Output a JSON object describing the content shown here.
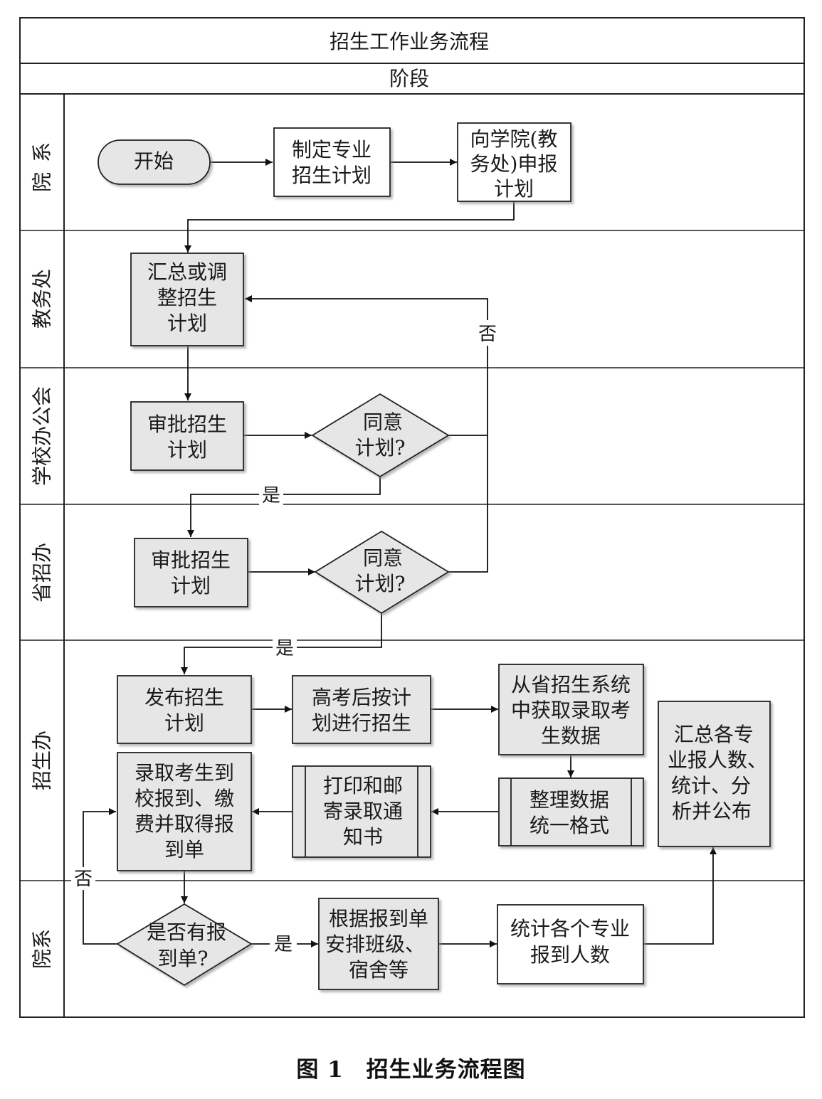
{
  "title": "招生工作业务流程",
  "phase_label": "阶段",
  "lanes": [
    "院系",
    "教务处",
    "学校办公会",
    "省招办",
    "招生办",
    "院系"
  ],
  "nodes": {
    "start": [
      "开始"
    ],
    "make_plan": [
      "制定专业",
      "招生计划"
    ],
    "report_plan": [
      "向学院(教",
      "务处)申报",
      "计划"
    ],
    "summarize_plan": [
      "汇总或调",
      "整招生",
      "计划"
    ],
    "school_approve": [
      "审批招生",
      "计划"
    ],
    "school_agree": [
      "同意",
      "计划?"
    ],
    "province_approve": [
      "审批招生",
      "计划"
    ],
    "province_agree": [
      "同意",
      "计划?"
    ],
    "publish_plan": [
      "发布招生",
      "计划"
    ],
    "enroll_after_exam": [
      "高考后按计",
      "划进行招生"
    ],
    "get_data": [
      "从省招生系统",
      "中获取录取考",
      "生数据"
    ],
    "summary_publish": [
      "汇总各专",
      "业报人数、",
      "统计、分",
      "析并公布"
    ],
    "organize_data": [
      "整理数据",
      "统一格式"
    ],
    "print_mail": [
      "打印和邮",
      "寄录取通",
      "知书"
    ],
    "student_register": [
      "录取考生到",
      "校报到、缴",
      "费并取得报",
      "到单"
    ],
    "has_form": [
      "是否有报",
      "到单?"
    ],
    "arrange_class": [
      "根据报到单",
      "安排班级、",
      "宿舍等"
    ],
    "count_major": [
      "统计各个专业",
      "报到人数"
    ]
  },
  "edge_labels": {
    "no_to_summarize": "否",
    "yes_school": "是",
    "yes_province": "是",
    "no_form": "否",
    "yes_form": "是"
  },
  "caption": "图 1　招生业务流程图"
}
